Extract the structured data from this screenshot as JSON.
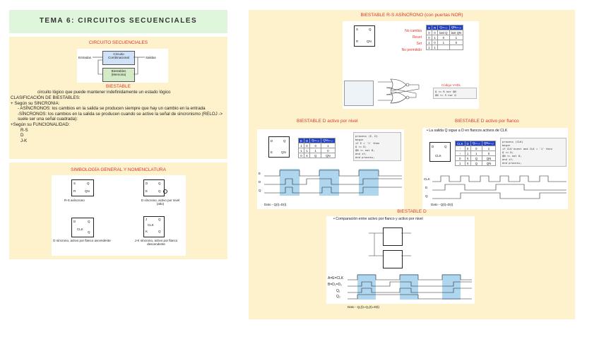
{
  "header": {
    "title": "TEMA 6: CIRCUITOS SECUENCIALES"
  },
  "left": {
    "sec1": {
      "heading": "CIRCUITO SECUENCIALES",
      "diagram": {
        "inputs": "Entradas",
        "outputs": "Salidas",
        "comb": "Circuito Combinacional",
        "flip": "Biestables (Memoria)"
      },
      "biestable_heading": "BIESTABLE",
      "definition": "circuito lógico que puede mantener indefinidamente un estado lógico",
      "lines": [
        "CLASIFICACIÓN DE BIESTABLES:",
        "+ Según su SINCRONIA:",
        "   - ASÍNCRONOS: los cambios en la salida se producen siempre que hay un cambio en la entrada",
        "   -SÍNCRONOS: los cambios en la salida se producen cuando se active la señal de sincronismo (RELOJ -> suele ser una señal cuadrada):",
        "+Según su FUNCIONALIDAD:",
        "   R-S",
        "   D",
        "   J-K"
      ]
    },
    "sec2": {
      "heading": "SIMBOLOGÍA GENERAL Y NOMENCLATURA",
      "symbols": [
        {
          "pins_left": [
            "S",
            "R"
          ],
          "pins_right": [
            "Q",
            "QN"
          ],
          "caption": "R-S asíncrono"
        },
        {
          "pins_left": [
            "D",
            "E"
          ],
          "pins_right": [
            "Q",
            "Q"
          ],
          "caption": "D síncrono, activo por nivel (alto)"
        },
        {
          "pins_left": [
            "D",
            "CLK"
          ],
          "pins_right": [
            "Q",
            "Q"
          ],
          "caption": "D síncrono, activo por flanco ascendente"
        },
        {
          "pins_left": [
            "J",
            "CLK",
            "K"
          ],
          "pins_right": [
            "Q",
            "Q"
          ],
          "caption": "J-K síncrono, activo por flanco descendente"
        }
      ]
    }
  },
  "right": {
    "rs": {
      "heading": "BIESTABLE R-S ASÍNCRONO (con puertas NOR)",
      "labels": [
        "No cambia",
        "Reset",
        "Set",
        "No permitido"
      ],
      "table_header": [
        "S",
        "R",
        "Q₍ₙ₊₁₎",
        "QN₍ₙ₊₁₎"
      ],
      "table_rows": [
        [
          "0",
          "0",
          "last Q",
          "last QN"
        ],
        [
          "0",
          "1",
          "0",
          "1"
        ],
        [
          "1",
          "0",
          "1",
          "0"
        ],
        [
          "1",
          "1",
          "",
          ""
        ]
      ],
      "code_title": "Código VHDL",
      "code_lines": [
        "Q  <= R nor QN",
        "QN <= S nor Q"
      ]
    },
    "d_level": {
      "heading": "BIESTABLE D activo por nivel",
      "table_header": [
        "E",
        "D",
        "Q₍ₙ₊₁₎",
        "QN₍ₙ₊₁₎"
      ],
      "table_rows": [
        [
          "1",
          "0",
          "0",
          "1"
        ],
        [
          "1",
          "1",
          "1",
          "0"
        ],
        [
          "0",
          "X",
          "Q",
          "QN"
        ]
      ],
      "code_lines": [
        "process (E, D)",
        "begin",
        "  if E = '1' then",
        "    Q <= D;",
        "    QN <= not D;",
        "  end if;",
        "end process;"
      ],
      "signals": [
        "E",
        "D",
        "Q"
      ],
      "footer": "Dato - Q(t)=D(t)"
    },
    "d_edge": {
      "heading": "BIESTABLE D activo por flanco",
      "bullet": "La salida Q sigue a D en flancos activos de CLK",
      "table_header": [
        "CLK",
        "D",
        "Q₍ₙ₊₁₎",
        "QN₍ₙ₊₁₎"
      ],
      "table_rows": [
        [
          "↑",
          "0",
          "0",
          "1"
        ],
        [
          "↑",
          "1",
          "1",
          "0"
        ],
        [
          "0",
          "X",
          "Q",
          "QN"
        ],
        [
          "1",
          "X",
          "Q",
          "QN"
        ]
      ],
      "code_lines": [
        "process (CLK)",
        "begin",
        "  if CLK'event and CLK = '1' then",
        "    Q <= D;",
        "    QN <= not D;",
        "  end if;",
        "end process;"
      ],
      "signals": [
        "CLK",
        "D",
        "Q"
      ],
      "footer": "Dato - Q(t)=D(t)"
    },
    "d_compare": {
      "heading": "BIESTABLE D",
      "bullet": "Comparación entre activo por flanco y activo por nivel",
      "signals": [
        "A=E=CLK",
        "B=D₁=D₂",
        "Q₁",
        "Q₂"
      ],
      "footer": "Dato - Q₁(t)=Q₂(t)=D(t)"
    }
  }
}
